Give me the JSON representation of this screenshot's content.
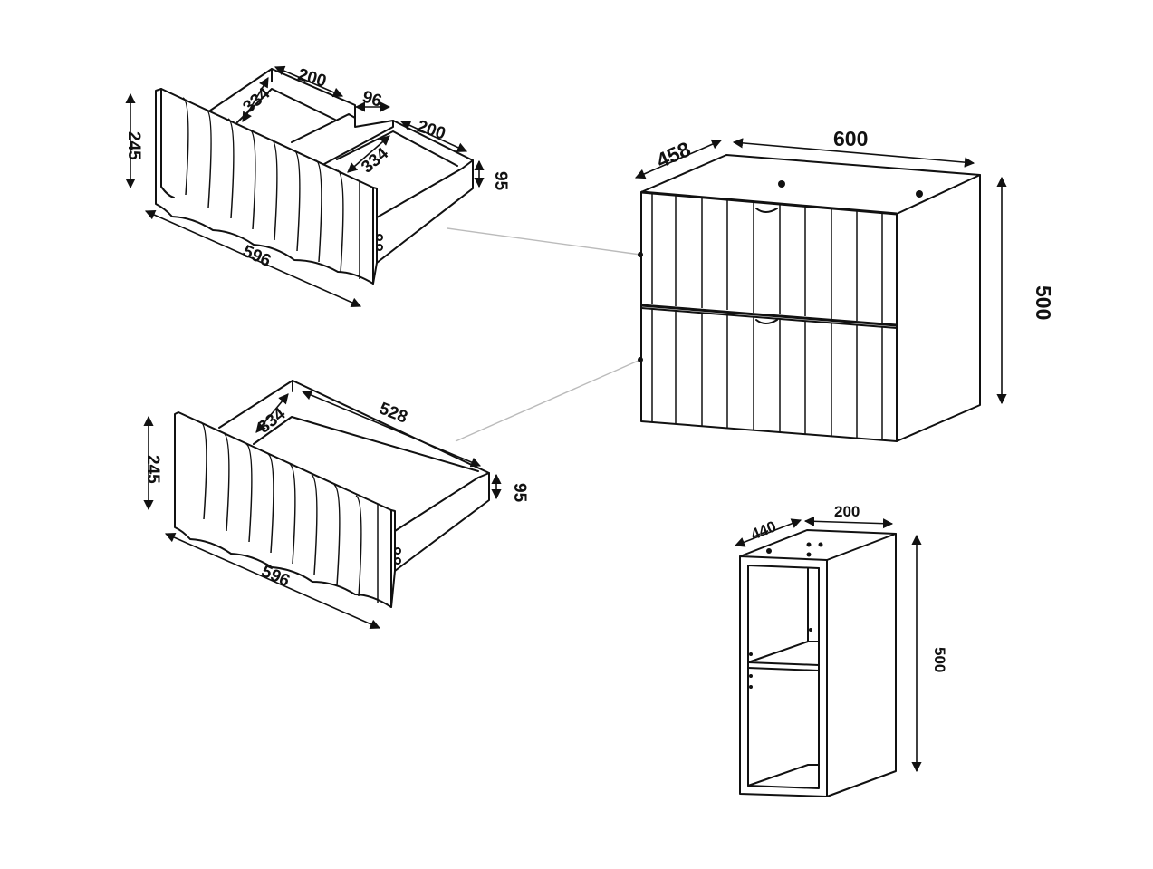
{
  "colors": {
    "line": "#111111",
    "leader": "#bbbbbb",
    "background": "#ffffff"
  },
  "drawer_top": {
    "width_label": "596",
    "height_label": "245",
    "compartment_left_width": "200",
    "compartment_left_depth": "334",
    "divider_gap": "96",
    "compartment_right_width": "200",
    "compartment_right_depth": "334",
    "side_height": "95"
  },
  "drawer_bottom": {
    "width_label": "596",
    "height_label": "245",
    "depth_label": "334",
    "inner_length": "528",
    "side_height": "95"
  },
  "cabinet": {
    "width_label": "600",
    "depth_label": "458",
    "height_label": "500"
  },
  "side_unit": {
    "depth_label": "440",
    "width_label": "200",
    "height_label": "500"
  }
}
